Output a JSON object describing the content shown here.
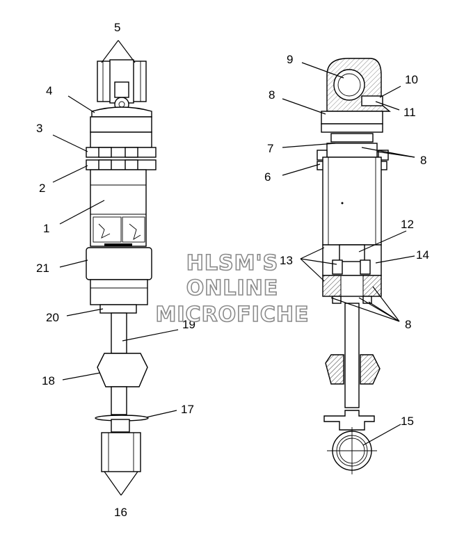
{
  "watermark": {
    "line1": "HLSM'S",
    "line2": "ONLINE",
    "line3": "MICROFICHE"
  },
  "left_assembly": {
    "callouts": [
      "5",
      "4",
      "3",
      "2",
      "1",
      "21",
      "20",
      "19",
      "18",
      "17",
      "16"
    ]
  },
  "right_assembly": {
    "callouts": [
      "9",
      "10",
      "8",
      "11",
      "7",
      "8",
      "6",
      "12",
      "13",
      "14",
      "8",
      "15"
    ]
  }
}
